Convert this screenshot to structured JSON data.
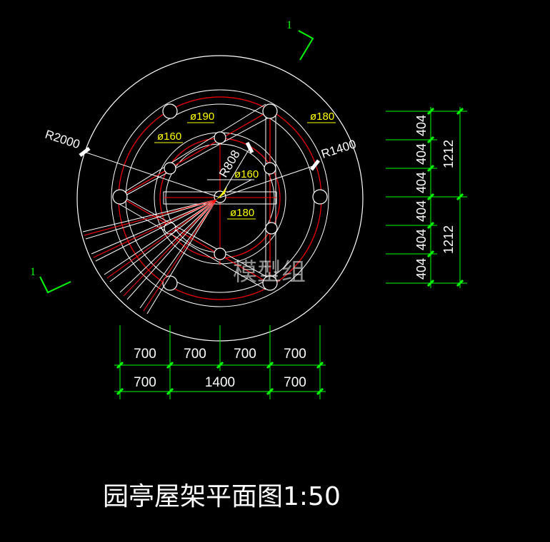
{
  "title": "园亭屋架平面图1:50",
  "watermark": "模型组",
  "section_mark": "1",
  "radius_labels": {
    "outer": "R2000",
    "middle": "R1400",
    "inner": "R808"
  },
  "member_labels": {
    "d190": "ø190",
    "d160_left": "ø160",
    "d180_right": "ø180",
    "d160_center": "ø160",
    "d180_center": "ø180"
  },
  "dims_horizontal": {
    "row1": [
      "700",
      "700",
      "700",
      "700"
    ],
    "row2": [
      "700",
      "1400",
      "700"
    ]
  },
  "dims_vertical": {
    "col1": [
      "404",
      "404",
      "404",
      "404",
      "404",
      "404"
    ],
    "col2": [
      "1212",
      "1212"
    ]
  },
  "colors": {
    "background": "#000000",
    "outline": "#ffffff",
    "beam_red": "#ff0000",
    "dimension_green": "#00ff00",
    "label_yellow": "#ffff00"
  }
}
